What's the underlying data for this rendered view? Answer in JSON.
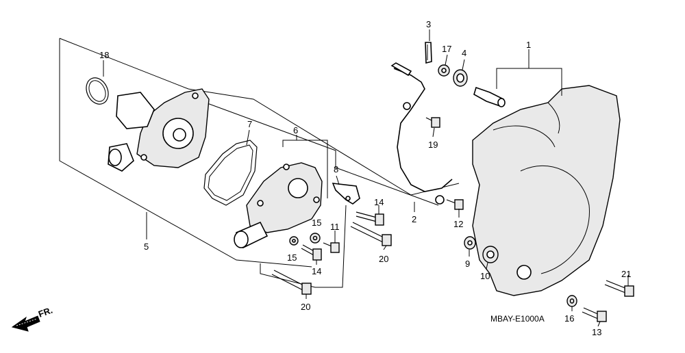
{
  "diagram": {
    "part_numbers": {
      "p1": "1",
      "p2": "2",
      "p3": "3",
      "p4": "4",
      "p5": "5",
      "p6": "6",
      "p7": "7",
      "p8": "8",
      "p9": "9",
      "p10": "10",
      "p11": "11",
      "p12": "12",
      "p13": "13",
      "p14a": "14",
      "p14b": "14",
      "p15a": "15",
      "p15b": "15",
      "p16": "16",
      "p17": "17",
      "p18": "18",
      "p19": "19",
      "p20a": "20",
      "p20b": "20",
      "p21": "21"
    },
    "diagram_code": "MBAY-E1000A",
    "direction_label": "FR."
  }
}
